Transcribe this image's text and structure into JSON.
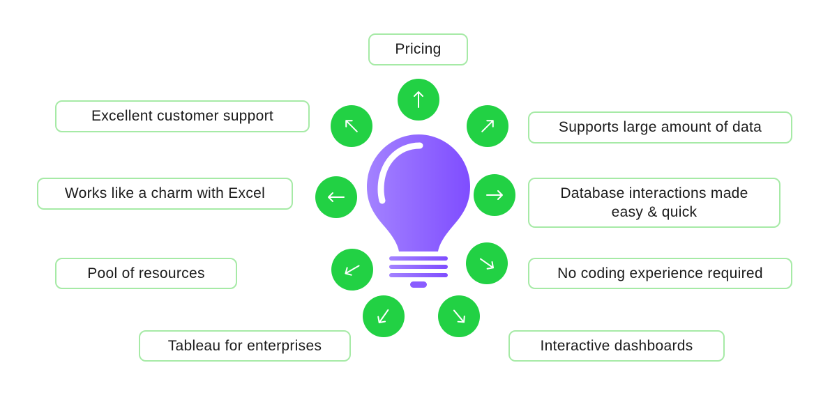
{
  "colors": {
    "accent_green": "#22d144",
    "box_border": "#a6eaa6",
    "bulb_light": "#a382ff",
    "bulb_dark": "#7f4dff",
    "text": "#1a1a1a"
  },
  "center_icon": "lightbulb-icon",
  "labels": {
    "pricing": "Pricing",
    "customer_support": "Excellent customer support",
    "large_data": "Supports large amount of data",
    "excel": "Works like a charm with Excel",
    "database_line1": "Database interactions made",
    "database_line2": "easy & quick",
    "resources": "Pool of resources",
    "no_coding": "No coding experience required",
    "enterprises": "Tableau for enterprises",
    "dashboards": "Interactive dashboards"
  }
}
